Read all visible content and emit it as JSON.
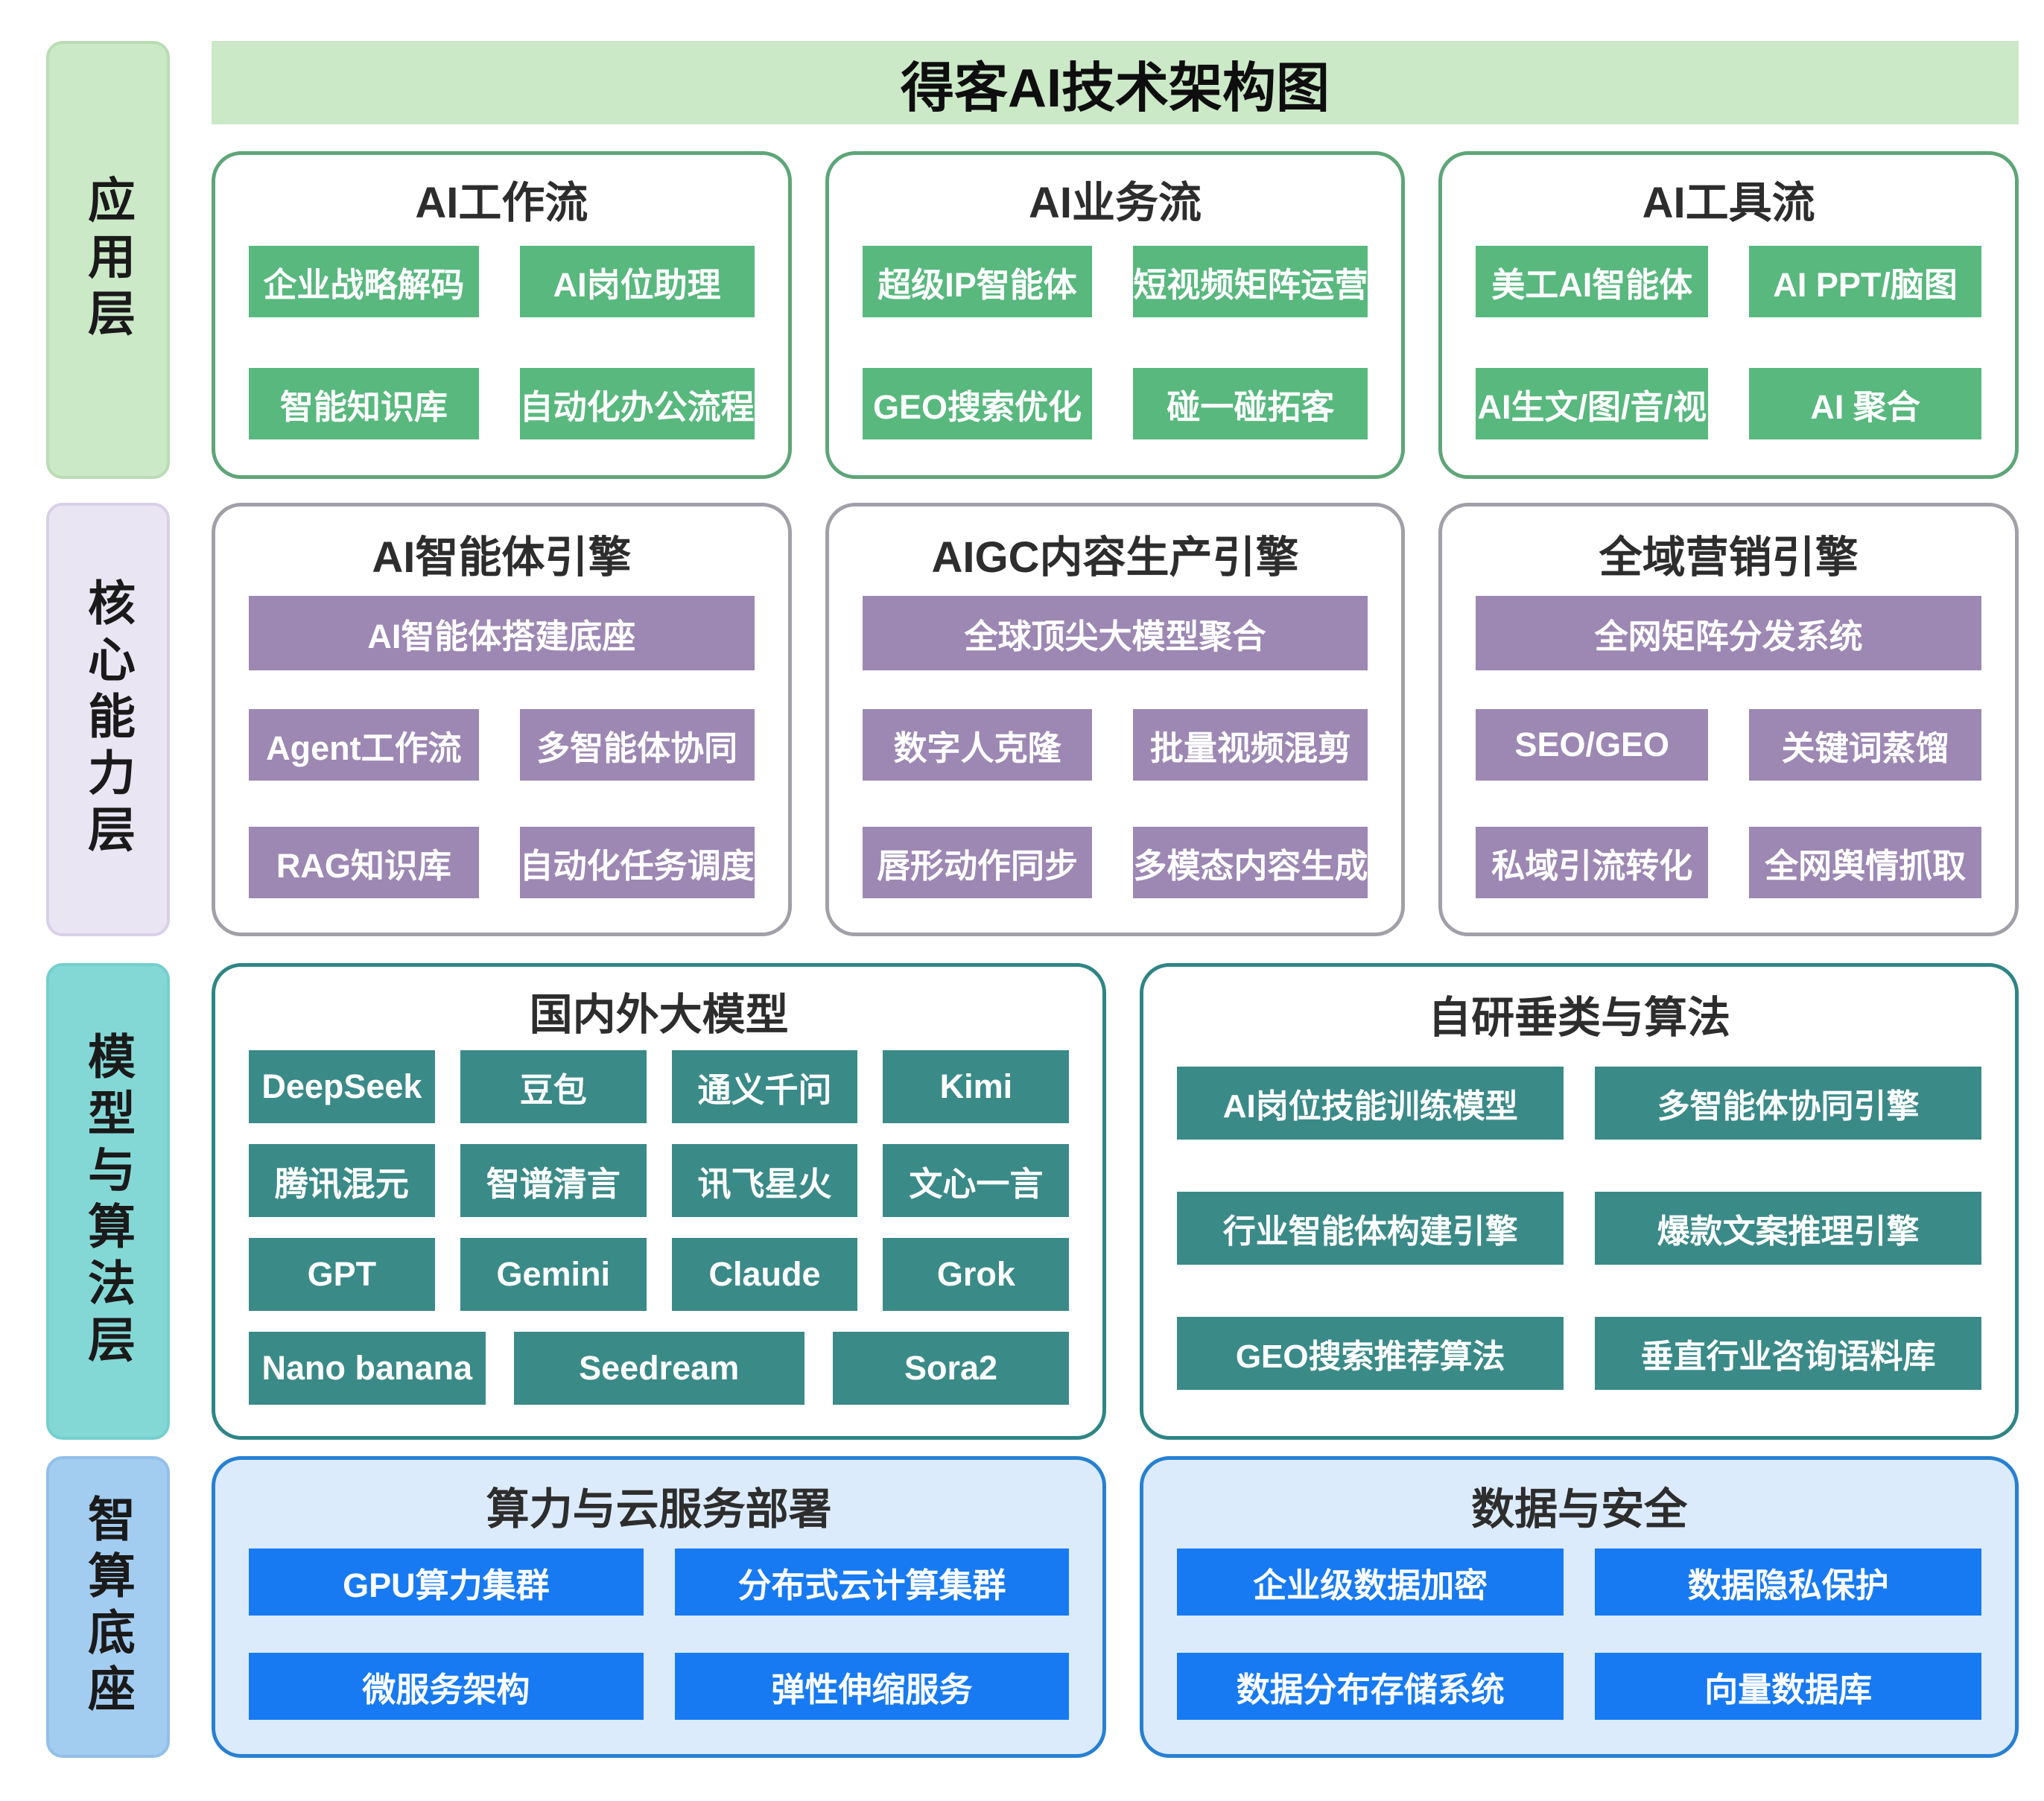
{
  "title": "得客AI技术架构图",
  "sidebar": {
    "layers": [
      {
        "label": "应用层"
      },
      {
        "label": "核心能力层"
      },
      {
        "label": "模型与算法层"
      },
      {
        "label": "智算底座"
      }
    ]
  },
  "rows": [
    {
      "name": "应用层",
      "cards": [
        {
          "header": "AI工作流",
          "items": [
            "企业战略解码",
            "AI岗位助理",
            "智能知识库",
            "自动化办公流程"
          ]
        },
        {
          "header": "AI业务流",
          "items": [
            "超级IP智能体",
            "短视频矩阵运营",
            "GEO搜索优化",
            "碰一碰拓客"
          ]
        },
        {
          "header": "AI工具流",
          "items": [
            "美工AI智能体",
            "AI PPT/脑图",
            "AI生文/图/音/视",
            "AI 聚合"
          ]
        }
      ]
    },
    {
      "name": "核心能力层",
      "cards": [
        {
          "header": "AI智能体引擎",
          "wide": "AI智能体搭建底座",
          "items": [
            "Agent工作流",
            "多智能体协同",
            "RAG知识库",
            "自动化任务调度"
          ]
        },
        {
          "header": "AIGC内容生产引擎",
          "wide": "全球顶尖大模型聚合",
          "items": [
            "数字人克隆",
            "批量视频混剪",
            "唇形动作同步",
            "多模态内容生成"
          ]
        },
        {
          "header": "全域营销引擎",
          "wide": "全网矩阵分发系统",
          "items": [
            "SEO/GEO",
            "关键词蒸馏",
            "私域引流转化",
            "全网舆情抓取"
          ]
        }
      ]
    },
    {
      "name": "模型与算法层",
      "cards": [
        {
          "header": "国内外大模型",
          "items": [
            "DeepSeek",
            "豆包",
            "通义千问",
            "Kimi",
            "腾讯混元",
            "智谱清言",
            "讯飞星火",
            "文心一言",
            "GPT",
            "Gemini",
            "Claude",
            "Grok"
          ],
          "last_row": [
            "Nano banana",
            "Seedream",
            "Sora2"
          ]
        },
        {
          "header": "自研垂类与算法",
          "items": [
            "AI岗位技能训练模型",
            "多智能体协同引擎",
            "行业智能体构建引擎",
            "爆款文案推理引擎",
            "GEO搜索推荐算法",
            "垂直行业咨询语料库"
          ]
        }
      ]
    },
    {
      "name": "智算底座",
      "cards": [
        {
          "header": "算力与云服务部署",
          "items": [
            "GPU算力集群",
            "分布式云计算集群",
            "微服务架构",
            "弹性伸缩服务"
          ]
        },
        {
          "header": "数据与安全",
          "items": [
            "企业级数据加密",
            "数据隐私保护",
            "数据分布存储系统",
            "向量数据库"
          ]
        }
      ]
    }
  ],
  "palette": {
    "application_light": "#cbe8c7",
    "application_border": "#5ea578",
    "application_item": "#58b87e",
    "capability_light": "#eae5f3",
    "capability_border": "#a29fa9",
    "capability_item": "#9d87b3",
    "model_light": "#83d8d6",
    "model_border": "#2f8585",
    "model_item": "#3a8a88",
    "infra_light": "#a3ccf1",
    "infra_border": "#2780d2",
    "infra_card_bg": "#dcebfb",
    "infra_item": "#177af2"
  }
}
